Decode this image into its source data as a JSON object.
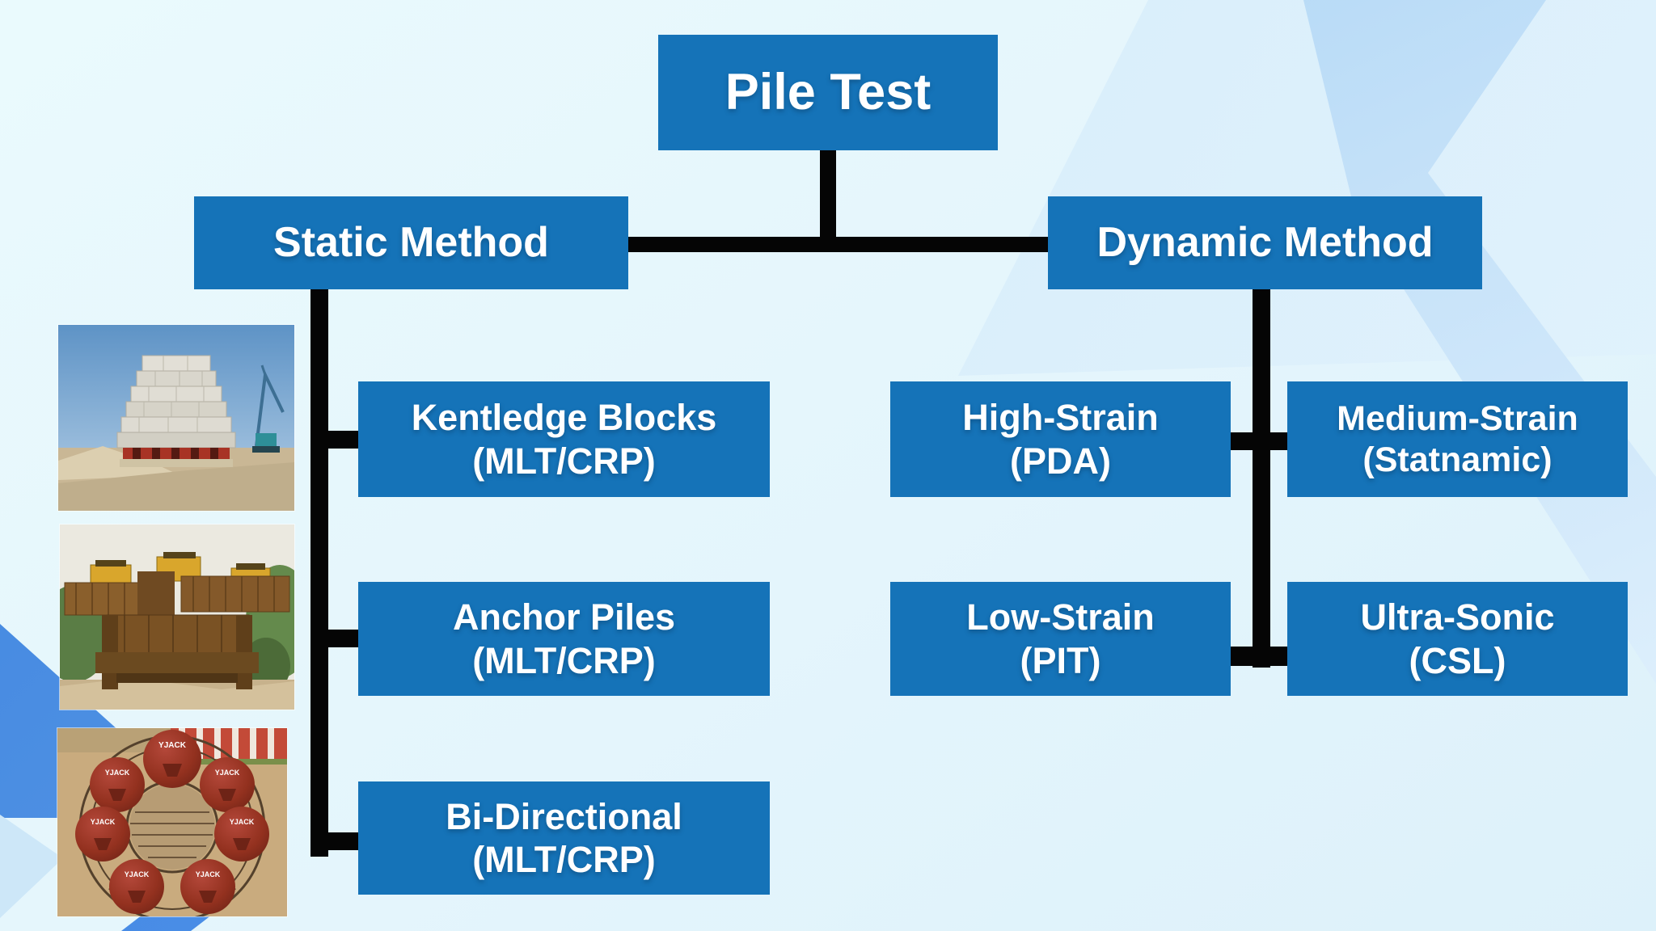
{
  "diagram": {
    "root": {
      "label": "Pile Test"
    },
    "static": {
      "label": "Static Method",
      "children": [
        {
          "title": "Kentledge Blocks",
          "subtitle": "(MLT/CRP)"
        },
        {
          "title": "Anchor Piles",
          "subtitle": "(MLT/CRP)"
        },
        {
          "title": "Bi-Directional",
          "subtitle": "(MLT/CRP)"
        }
      ]
    },
    "dynamic": {
      "label": "Dynamic Method",
      "children": [
        {
          "title": "High-Strain",
          "subtitle": "(PDA)"
        },
        {
          "title": "Medium-Strain",
          "subtitle": "(Statnamic)"
        },
        {
          "title": "Low-Strain",
          "subtitle": "(PIT)"
        },
        {
          "title": "Ultra-Sonic",
          "subtitle": "(CSL)"
        }
      ]
    },
    "photos": [
      {
        "name": "kentledge-blocks-photo",
        "description": "Stacked concrete kentledge block tower with crane on site"
      },
      {
        "name": "anchor-piles-photo",
        "description": "Rusty steel reaction frame for anchor pile load test"
      },
      {
        "name": "bi-directional-photo",
        "description": "Circular rebar cage fitted with red bi-directional jacks",
        "jack_label": "YJACK"
      }
    ],
    "colors": {
      "box_blue": "#1573b8",
      "background": "#e4f5fc",
      "connector": "#050505",
      "accent_blue": "#3f85e2",
      "deco_light_blue": "#9ecdf2"
    }
  }
}
